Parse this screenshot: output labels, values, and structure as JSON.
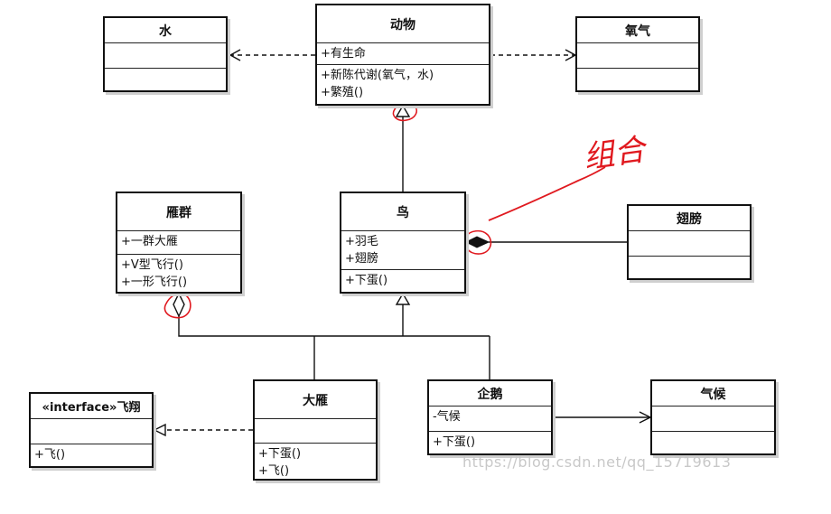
{
  "classes": {
    "water": {
      "name": "水",
      "attributes": [],
      "operations": []
    },
    "animal": {
      "name": "动物",
      "attributes": [
        "+有生命"
      ],
      "operations": [
        "+新陈代谢(氧气，水)",
        "+繁殖()"
      ]
    },
    "oxygen": {
      "name": "氧气",
      "attributes": [],
      "operations": []
    },
    "flock": {
      "name": "雁群",
      "attributes": [
        "+一群大雁"
      ],
      "operations": [
        "+V型飞行()",
        "+一形飞行()"
      ]
    },
    "bird": {
      "name": "鸟",
      "attributes": [
        "+羽毛",
        "+翅膀"
      ],
      "operations": [
        "+下蛋()"
      ]
    },
    "wing": {
      "name": "翅膀",
      "attributes": [],
      "operations": []
    },
    "fly_interface": {
      "name": "«interface»飞翔",
      "attributes": [],
      "operations": [
        "+飞()"
      ]
    },
    "goose": {
      "name": "大雁",
      "attributes": [],
      "operations": [
        "+下蛋()",
        "+飞()"
      ]
    },
    "penguin": {
      "name": "企鹅",
      "attributes": [
        "-气候"
      ],
      "operations": [
        "+下蛋()"
      ]
    },
    "climate": {
      "name": "气候",
      "attributes": [],
      "operations": []
    }
  },
  "annotation": {
    "handwritten": "组合"
  },
  "watermark": "https://blog.csdn.net/qq_15719613",
  "colors": {
    "line": "#111111",
    "annotation": "#e0191f",
    "watermark": "#c8c8c8"
  }
}
